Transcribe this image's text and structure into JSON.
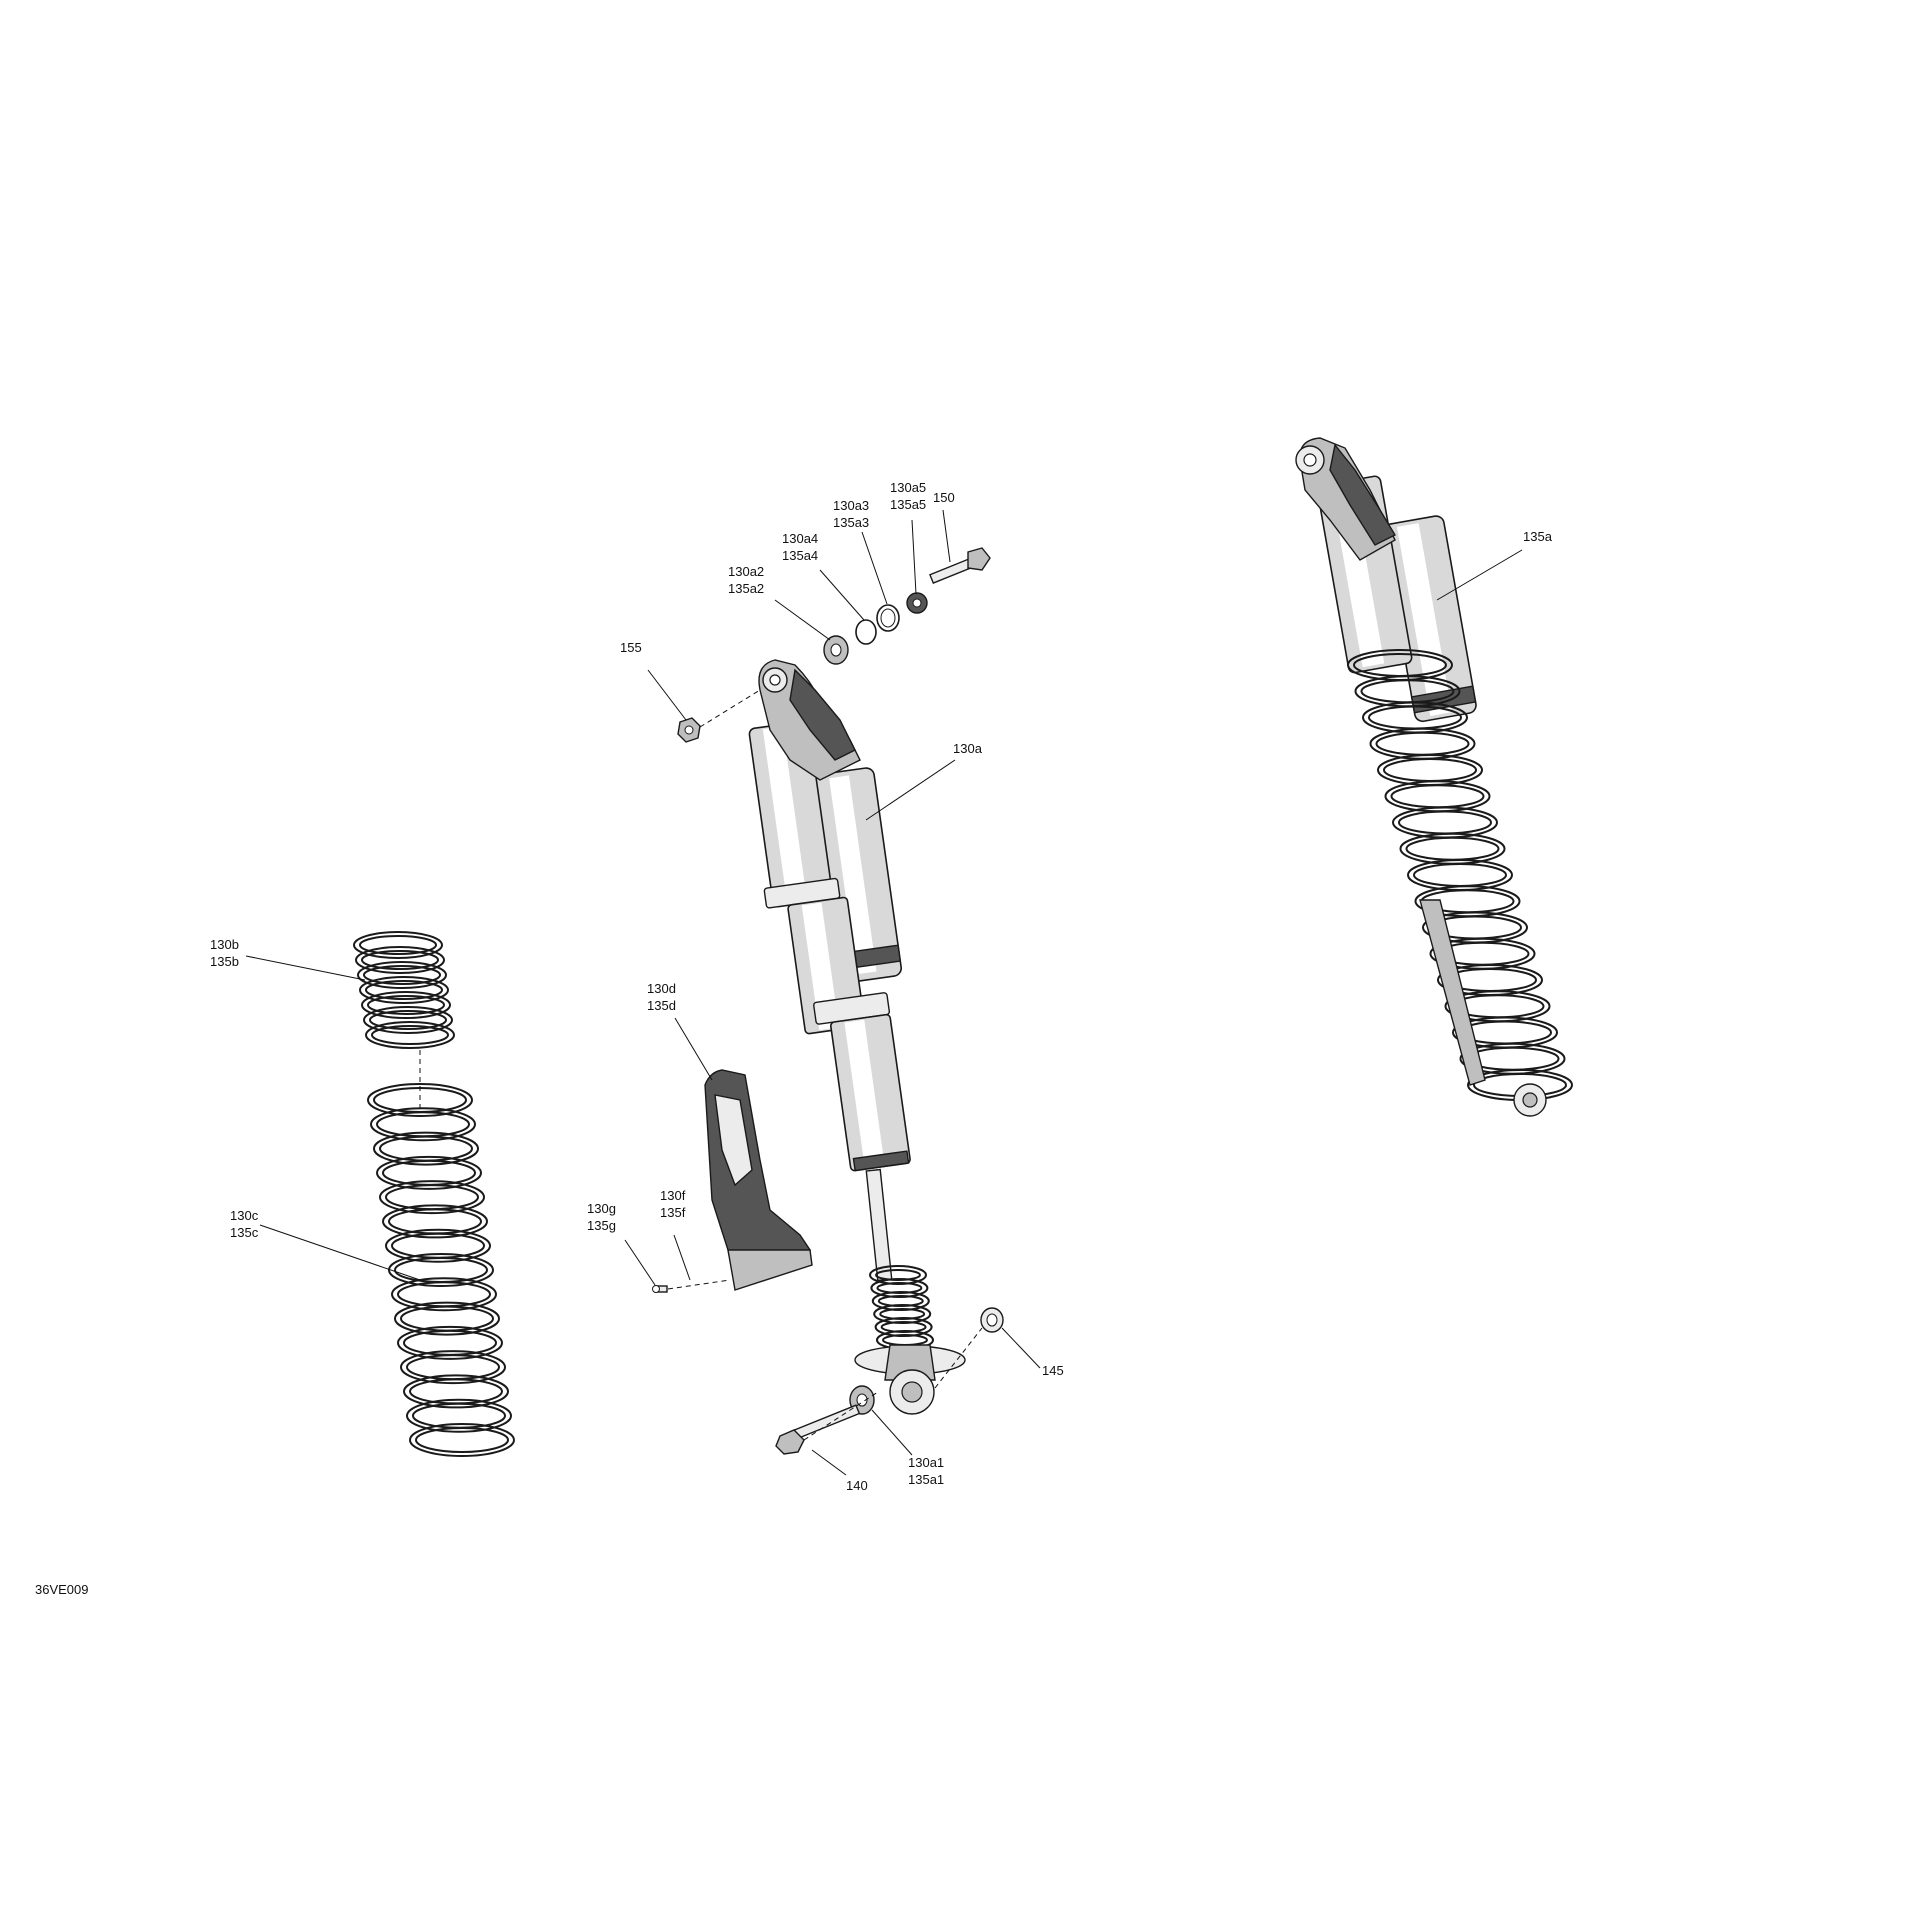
{
  "diagram": {
    "code": "36VE009",
    "labels": {
      "l130a5": [
        "130a5",
        "135a5"
      ],
      "l150": [
        "150"
      ],
      "l130a3": [
        "130a3",
        "135a3"
      ],
      "l130a4": [
        "130a4",
        "135a4"
      ],
      "l130a2": [
        "130a2",
        "135a2"
      ],
      "l155": [
        "155"
      ],
      "l130a": [
        "130a"
      ],
      "l135a": [
        "135a"
      ],
      "l130b": [
        "130b",
        "135b"
      ],
      "l130d": [
        "130d",
        "135d"
      ],
      "l130c": [
        "130c",
        "135c"
      ],
      "l130g": [
        "130g",
        "135g"
      ],
      "l130f": [
        "130f",
        "135f"
      ],
      "l145": [
        "145"
      ],
      "l130a1": [
        "130a1",
        "135a1"
      ],
      "l140": [
        "140"
      ]
    }
  }
}
